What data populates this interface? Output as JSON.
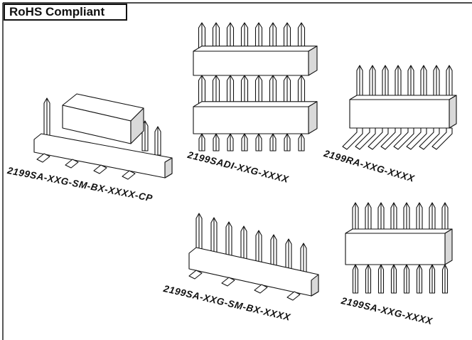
{
  "badge": {
    "text": "RoHS Compliant"
  },
  "labels": {
    "p1": "2199SA-XXG-SM-BX-XXXX-CP",
    "p2": "2199SADI-XXG-XXXX",
    "p3": "2199RA-XXG-XXXX",
    "p4": "2199SA-XXG-SM-BX-XXXX",
    "p5": "2199SA-XXG-XXXX"
  }
}
